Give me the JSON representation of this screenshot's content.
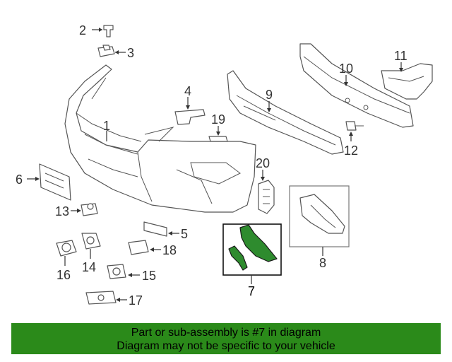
{
  "callouts": {
    "c1": "1",
    "c2": "2",
    "c3": "3",
    "c4": "4",
    "c5": "5",
    "c6": "6",
    "c7": "7",
    "c8": "8",
    "c9": "9",
    "c10": "10",
    "c11": "11",
    "c12": "12",
    "c13": "13",
    "c14": "14",
    "c15": "15",
    "c16": "16",
    "c17": "17",
    "c18": "18",
    "c19": "19",
    "c20": "20"
  },
  "highlight_color": "#2e8b2e",
  "banner": {
    "line1": "Part or sub-assembly is #7 in diagram",
    "line2": "Diagram may not be specific to your vehicle",
    "color": "#2b8a1a"
  }
}
